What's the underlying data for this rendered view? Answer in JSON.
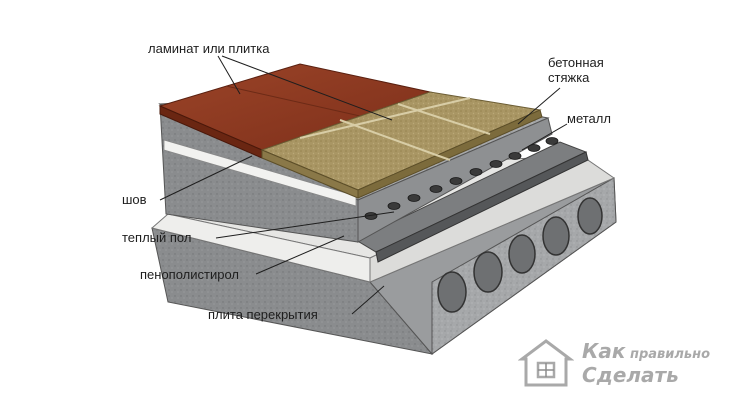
{
  "labels": {
    "laminate": "ламинат  или плитка",
    "screed_line1": "бетонная",
    "screed_line2": "стяжка",
    "metal": "металл",
    "seam": "шов",
    "heated_floor": "теплый пол",
    "foam": "пенополистирол",
    "slab": "плита перекрытия"
  },
  "watermark": {
    "word1": "Как",
    "word2": "правильно",
    "word3": "Сделать"
  },
  "colors": {
    "concrete": "#a4a6a8",
    "concrete_dark": "#6f7173",
    "foam": "#e4e4e2",
    "laminate": "#8e3a22",
    "tile": "#a89563",
    "heating_pipe": "#3a3a3a",
    "leader_line": "#1e1e1e"
  }
}
